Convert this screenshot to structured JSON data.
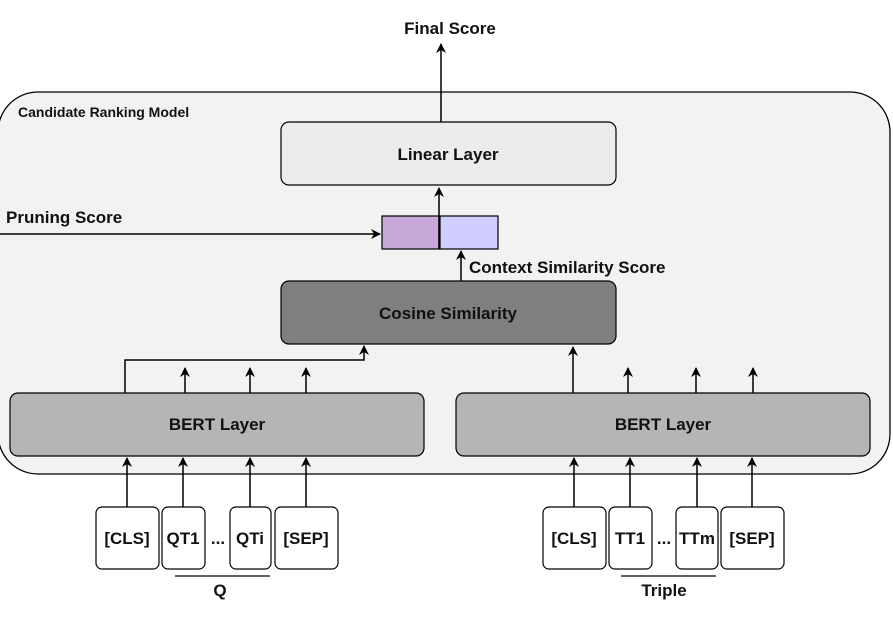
{
  "outputs": {
    "final_score": "Final Score",
    "pruning_score": "Pruning Score",
    "context_similarity_score": "Context Similarity Score"
  },
  "model": {
    "title": "Candidate Ranking Model",
    "linear_layer": "Linear Layer",
    "cosine_similarity": "Cosine Similarity",
    "bert_left": "BERT Layer",
    "bert_right": "BERT Layer"
  },
  "score_vector": {
    "colors": [
      "#c8a8d8",
      "#cfcdfd"
    ]
  },
  "left_input": {
    "tokens": [
      "[CLS]",
      "QT1",
      "...",
      "QTi",
      "[SEP]"
    ],
    "group_label": "Q"
  },
  "right_input": {
    "tokens": [
      "[CLS]",
      "TT1",
      "...",
      "TTm",
      "[SEP]"
    ],
    "group_label": "Triple"
  },
  "colors": {
    "model_bg": "#f2f2f2",
    "linear_bg": "#ececec",
    "cosine_bg": "#7f7f7f",
    "bert_bg": "#b5b5b5",
    "token_bg": "#ffffff",
    "stroke": "#000000"
  }
}
